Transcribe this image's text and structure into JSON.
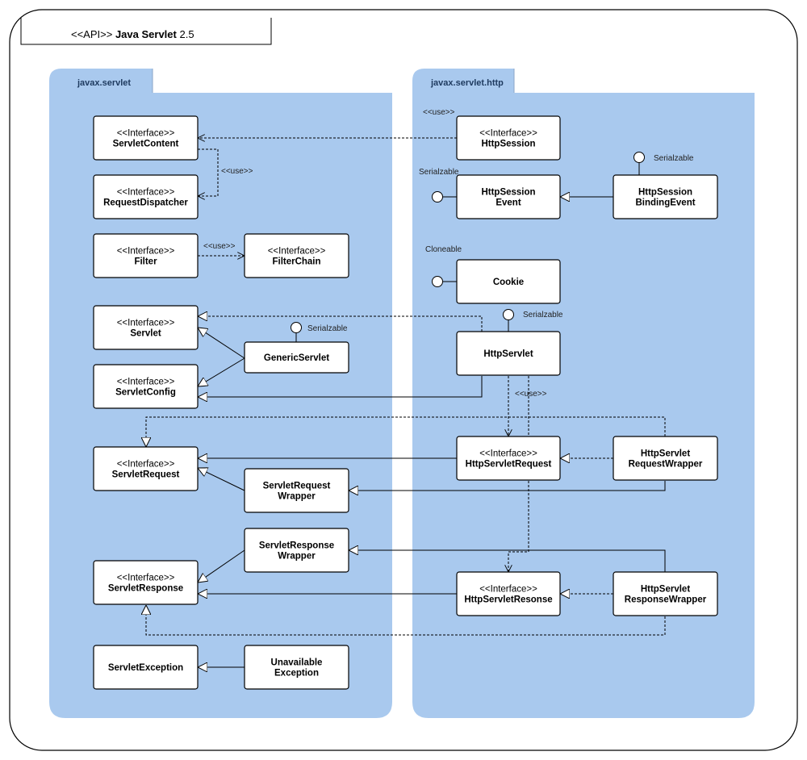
{
  "title": {
    "stereotype": "<<API>>",
    "name": "Java Servlet",
    "version": "2.5"
  },
  "colors": {
    "package_fill": "#a9c9ee",
    "box_fill": "#ffffff",
    "line": "#000000"
  },
  "packages": [
    {
      "id": "pkg-servlet",
      "label": "javax.servlet"
    },
    {
      "id": "pkg-http",
      "label": "javax.servlet.http"
    }
  ],
  "nodes": [
    {
      "id": "ServletContent",
      "lines": [
        "<<Interface>>",
        "ServletContent"
      ]
    },
    {
      "id": "RequestDispatcher",
      "lines": [
        "<<Interface>>",
        "RequestDispatcher"
      ]
    },
    {
      "id": "Filter",
      "lines": [
        "<<Interface>>",
        "Filter"
      ]
    },
    {
      "id": "FilterChain",
      "lines": [
        "<<Interface>>",
        "FilterChain"
      ]
    },
    {
      "id": "Servlet",
      "lines": [
        "<<Interface>>",
        "Servlet"
      ]
    },
    {
      "id": "ServletConfig",
      "lines": [
        "<<Interface>>",
        "ServletConfig"
      ]
    },
    {
      "id": "GenericServlet",
      "lines": [
        "GenericServlet"
      ]
    },
    {
      "id": "ServletRequest",
      "lines": [
        "<<Interface>>",
        "ServletRequest"
      ]
    },
    {
      "id": "ServletRequestWrapper",
      "lines": [
        "ServletRequest",
        "Wrapper"
      ]
    },
    {
      "id": "ServletResponseWrapper",
      "lines": [
        "ServletResponse",
        "Wrapper"
      ]
    },
    {
      "id": "ServletResponse",
      "lines": [
        "<<Interface>>",
        "ServletResponse"
      ]
    },
    {
      "id": "ServletException",
      "lines": [
        "ServletException"
      ]
    },
    {
      "id": "UnavailableException",
      "lines": [
        "Unavailable",
        "Exception"
      ]
    },
    {
      "id": "HttpSession",
      "lines": [
        "<<Interface>>",
        "HttpSession"
      ]
    },
    {
      "id": "HttpSessionEvent",
      "lines": [
        "HttpSession",
        "Event"
      ]
    },
    {
      "id": "HttpSessionBindingEvent",
      "lines": [
        "HttpSession",
        "BindingEvent"
      ]
    },
    {
      "id": "Cookie",
      "lines": [
        "Cookie"
      ]
    },
    {
      "id": "HttpServlet",
      "lines": [
        "HttpServlet"
      ]
    },
    {
      "id": "HttpServletRequest",
      "lines": [
        "<<Interface>>",
        "HttpServletRequest"
      ]
    },
    {
      "id": "HttpServletRequestWrapper",
      "lines": [
        "HttpServlet",
        "RequestWrapper"
      ]
    },
    {
      "id": "HttpServletResonse",
      "lines": [
        "<<Interface>>",
        "HttpServletResonse"
      ]
    },
    {
      "id": "HttpServletResponseWrapper",
      "lines": [
        "HttpServlet",
        "ResponseWrapper"
      ]
    }
  ],
  "labels": {
    "use": "<<use>>",
    "serializable_1": "Serialzable",
    "serializable_2": "Serialzable",
    "serializable_3": "Serialzable",
    "serializable_4": "Serialzable",
    "cloneable": "Cloneable"
  }
}
